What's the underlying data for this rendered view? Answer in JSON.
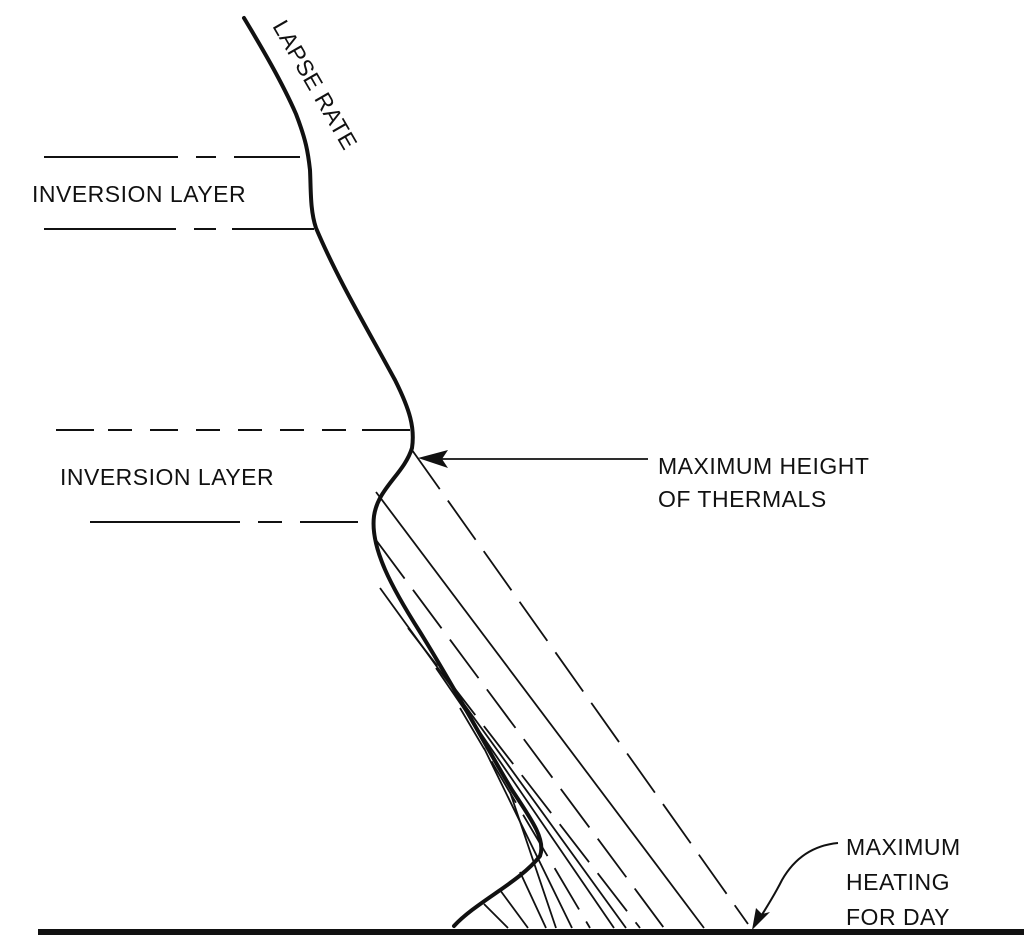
{
  "labels": {
    "lapse_rate": "LAPSE RATE",
    "inversion_upper": "INVERSION LAYER",
    "inversion_lower": "INVERSION LAYER",
    "max_height_line1": "MAXIMUM HEIGHT",
    "max_height_line2": "OF THERMALS",
    "max_heating_line1": "MAXIMUM",
    "max_heating_line2": "HEATING",
    "max_heating_line3": "FOR DAY"
  },
  "colors": {
    "ink": "#111111",
    "background": "#ffffff"
  }
}
